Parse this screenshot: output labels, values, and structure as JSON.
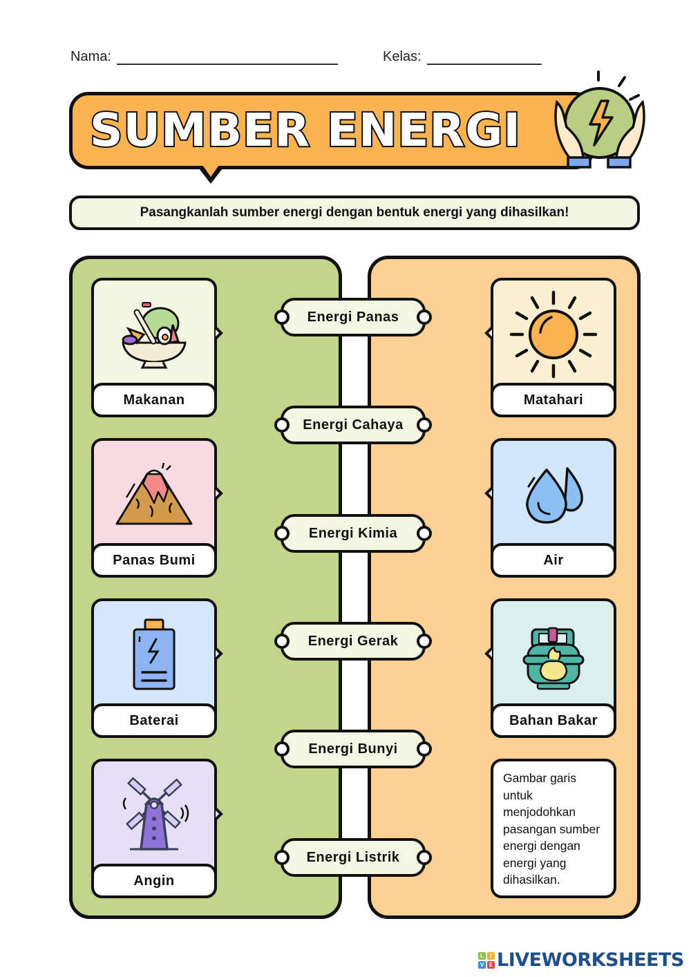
{
  "header": {
    "name_label": "Nama:",
    "class_label": "Kelas:"
  },
  "title": {
    "text": "SUMBER ENERGI",
    "icon": "hands-holding-energy-icon",
    "banner_color": "#F9B450"
  },
  "instruction": "Pasangkanlah sumber energi dengan bentuk energi yang dihasilkan!",
  "left_sources": [
    {
      "label": "Makanan",
      "icon": "salad-bowl-icon",
      "bg": "#F3F6E3"
    },
    {
      "label": "Panas Bumi",
      "icon": "volcano-icon",
      "bg": "#F9DCE3"
    },
    {
      "label": "Baterai",
      "icon": "battery-icon",
      "bg": "#D6E6FB"
    },
    {
      "label": "Angin",
      "icon": "windmill-icon",
      "bg": "#E5E0F6"
    }
  ],
  "right_sources": [
    {
      "label": "Matahari",
      "icon": "sun-icon",
      "bg": "#FDEFD2"
    },
    {
      "label": "Air",
      "icon": "water-drops-icon",
      "bg": "#D3E7FA"
    },
    {
      "label": "Bahan Bakar",
      "icon": "gas-cylinder-icon",
      "bg": "#DBF0EE"
    }
  ],
  "energy_forms": [
    "Energi Panas",
    "Energi Cahaya",
    "Energi Kimia",
    "Energi Gerak",
    "Energi Bunyi",
    "Energi Listrik"
  ],
  "note": "Gambar garis untuk menjodohkan pasangan sumber energi dengan energi yang dihasilkan.",
  "colors": {
    "left_panel": "#C2D58B",
    "right_panel": "#FCD193"
  },
  "footer": {
    "brand": "LIVEWORKSHEETS",
    "logo_letters": [
      "L",
      "I",
      "V",
      "E"
    ]
  }
}
